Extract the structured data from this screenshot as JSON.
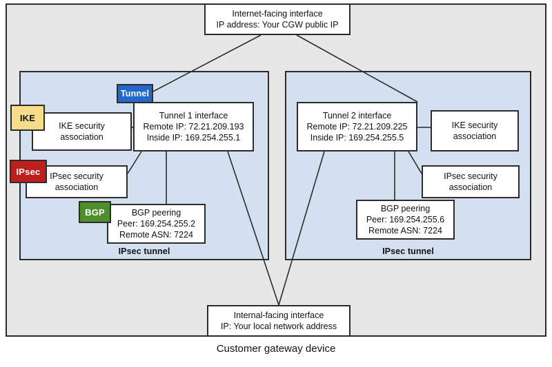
{
  "diagram": {
    "caption": "Customer gateway device",
    "colors": {
      "frame_background": "#e7e7e7",
      "tunnel_panel_background": "#d4dff0",
      "node_background": "#ffffff",
      "border": "#2b2b2b",
      "badge_ike": "#f7dd8a",
      "badge_ipsec": "#bd1f1f",
      "badge_bgp": "#4e8f2c",
      "badge_tunnel": "#2568cb"
    },
    "internet_interface": {
      "line1": "Internet-facing interface",
      "line2": "IP address: Your CGW public IP"
    },
    "internal_interface": {
      "line1": "Internal-facing interface",
      "line2": "IP: Your local network address"
    },
    "badges": {
      "ike": "IKE",
      "ipsec": "IPsec",
      "bgp": "BGP",
      "tunnel": "Tunnel"
    },
    "tunnels": [
      {
        "panel_label": "IPsec tunnel",
        "interface": {
          "line1": "Tunnel 1 interface",
          "line2": "Remote IP: 72.21.209.193",
          "line3": "Inside IP: 169.254.255.1"
        },
        "ike_association": {
          "line1": "IKE security",
          "line2": "association"
        },
        "ipsec_association": {
          "line1": "IPsec security",
          "line2": "association"
        },
        "bgp_peering": {
          "line1": "BGP peering",
          "line2": "Peer: 169.254.255.2",
          "line3": "Remote ASN: 7224"
        }
      },
      {
        "panel_label": "IPsec tunnel",
        "interface": {
          "line1": "Tunnel 2 interface",
          "line2": "Remote IP: 72.21.209.225",
          "line3": "Inside IP: 169.254.255.5"
        },
        "ike_association": {
          "line1": "IKE security",
          "line2": "association"
        },
        "ipsec_association": {
          "line1": "IPsec security",
          "line2": "association"
        },
        "bgp_peering": {
          "line1": "BGP peering",
          "line2": "Peer: 169.254.255.6",
          "line3": "Remote ASN: 7224"
        }
      }
    ]
  }
}
